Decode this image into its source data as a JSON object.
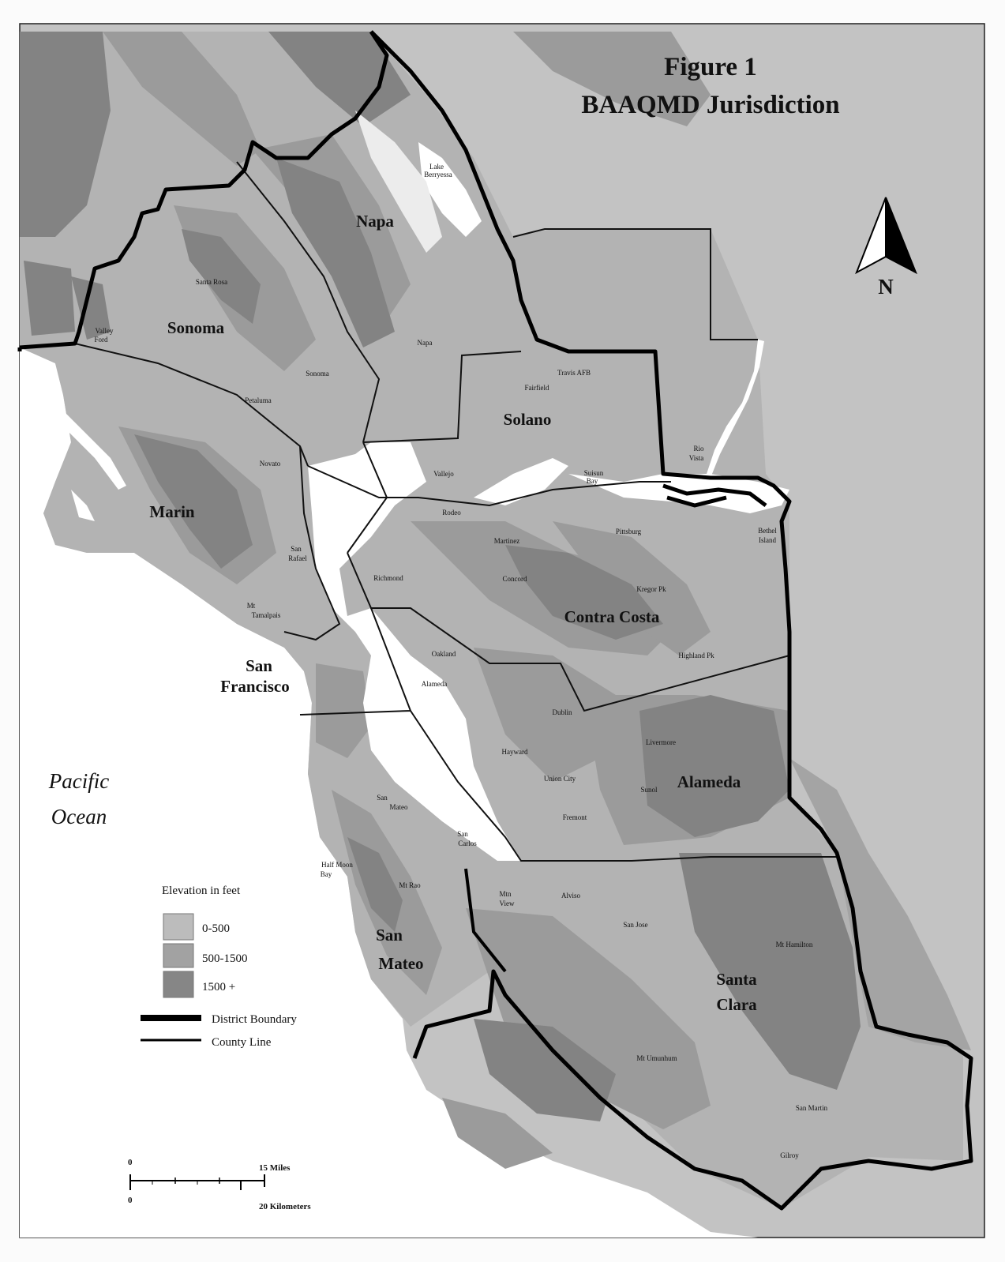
{
  "title": {
    "line1": "Figure 1",
    "line2": "BAAQMD Jurisdiction"
  },
  "north_label": "N",
  "ocean": {
    "line1": "Pacific",
    "line2": "Ocean"
  },
  "counties": {
    "napa": "Napa",
    "sonoma": "Sonoma",
    "solano": "Solano",
    "marin": "Marin",
    "contra_costa": "Contra Costa",
    "san_francisco_1": "San",
    "san_francisco_2": "Francisco",
    "alameda": "Alameda",
    "san_mateo_1": "San",
    "san_mateo_2": "Mateo",
    "santa_clara_1": "Santa",
    "santa_clara_2": "Clara"
  },
  "places": {
    "lake_berryessa_1": "Lake",
    "lake_berryessa_2": "Berryessa",
    "santa_rosa": "Santa Rosa",
    "valley_ford_1": "Valley",
    "valley_ford_2": "Ford",
    "napa_city": "Napa",
    "sonoma_city": "Sonoma",
    "petaluma": "Petaluma",
    "travis_afb": "Travis AFB",
    "fairfield": "Fairfield",
    "novato": "Novato",
    "vallejo": "Vallejo",
    "suisun_bay_1": "Suisun",
    "suisun_bay_2": "Bay",
    "rio_vista_1": "Rio",
    "rio_vista_2": "Vista",
    "rodeo": "Rodeo",
    "martinez": "Martinez",
    "pittsburg": "Pittsburg",
    "bethel_island_1": "Bethel",
    "bethel_island_2": "Island",
    "san_rafael_1": "San",
    "san_rafael_2": "Rafael",
    "richmond": "Richmond",
    "concord": "Concord",
    "kregor_pk": "Kregor Pk",
    "mt_tamalpais_1": "Mt",
    "mt_tamalpais_2": "Tamalpais",
    "oakland": "Oakland",
    "highland_pk": "Highland Pk",
    "alameda_city": "Alameda",
    "dublin": "Dublin",
    "livermore": "Livermore",
    "hayward": "Hayward",
    "union_city": "Union City",
    "sunol": "Sunol",
    "fremont": "Fremont",
    "san_mateo_city_1": "San",
    "san_mateo_city_2": "Mateo",
    "san_carlos_1": "San",
    "san_carlos_2": "Carlos",
    "half_moon_bay_1": "Half Moon",
    "half_moon_bay_2": "Bay",
    "mt_rao": "Mt Rao",
    "mtn_view_1": "Mtn",
    "mtn_view_2": "View",
    "alviso": "Alviso",
    "san_jose": "San Jose",
    "mt_hamilton": "Mt Hamilton",
    "mt_umunhum": "Mt Umunhum",
    "san_martin": "San Martin",
    "gilroy": "Gilroy"
  },
  "legend": {
    "heading": "Elevation in feet",
    "bands": [
      {
        "label": "0-500",
        "color": "#bcbcbc"
      },
      {
        "label": "500-1500",
        "color": "#a2a2a2"
      },
      {
        "label": "1500 +",
        "color": "#868686"
      }
    ],
    "district_boundary": "District Boundary",
    "county_line": "County Line"
  },
  "scale": {
    "zero_top": "0",
    "miles": "15 Miles",
    "zero_bottom": "0",
    "kilometers": "20 Kilometers"
  },
  "colors": {
    "water": "#ffffff",
    "outside_land": "#bebebe",
    "low": "#b4b4b4",
    "mid": "#9c9c9c",
    "high": "#828282",
    "boundary": "#000000"
  }
}
